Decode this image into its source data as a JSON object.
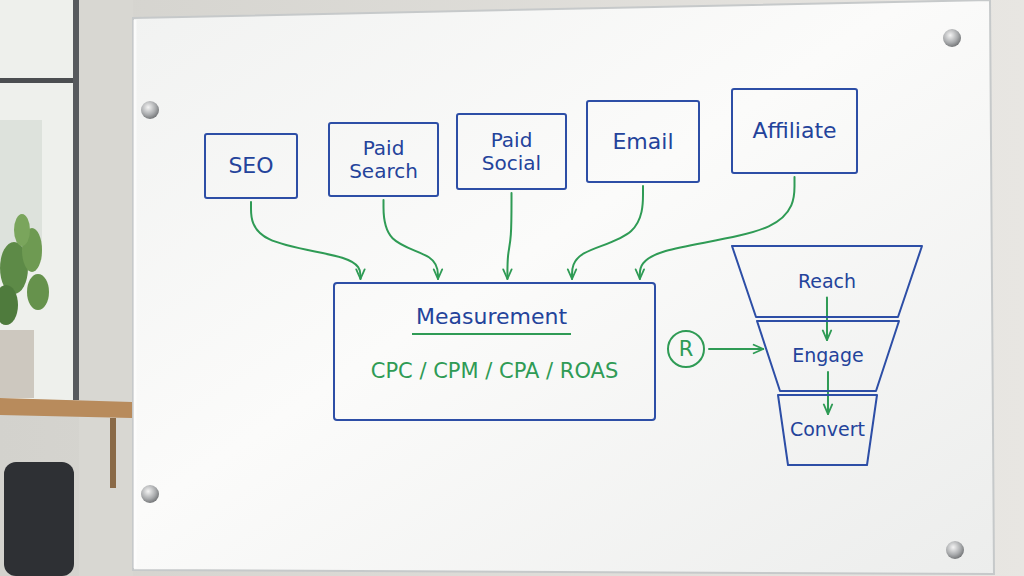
{
  "diagram": {
    "nodes": [
      {
        "text": [
          "SEO"
        ]
      },
      {
        "text": [
          "Paid Search"
        ]
      },
      {
        "text": [
          "Paid Social"
        ]
      },
      {
        "text": [
          "Email"
        ]
      },
      {
        "text": [
          "Affiliate"
        ]
      },
      {
        "text": [
          "Measurement",
          "CPC / CPM / CPA / ROAS"
        ]
      },
      {
        "text": [
          "R"
        ]
      },
      {
        "text": [
          "Reach"
        ]
      },
      {
        "text": [
          "Engage"
        ]
      },
      {
        "text": [
          "Convert"
        ]
      }
    ],
    "edges": [
      {
        "from": 0,
        "to": 5,
        "arrow": "to"
      },
      {
        "from": 1,
        "to": 5,
        "arrow": "to"
      },
      {
        "from": 2,
        "to": 5,
        "arrow": "to"
      },
      {
        "from": 3,
        "to": 5,
        "arrow": "to"
      },
      {
        "from": 4,
        "to": 5,
        "arrow": "to"
      },
      {
        "from": 6,
        "to": 8,
        "arrow": "to"
      },
      {
        "from": 7,
        "to": 8,
        "arrow": "to"
      },
      {
        "from": 8,
        "to": 9,
        "arrow": "to"
      }
    ]
  }
}
